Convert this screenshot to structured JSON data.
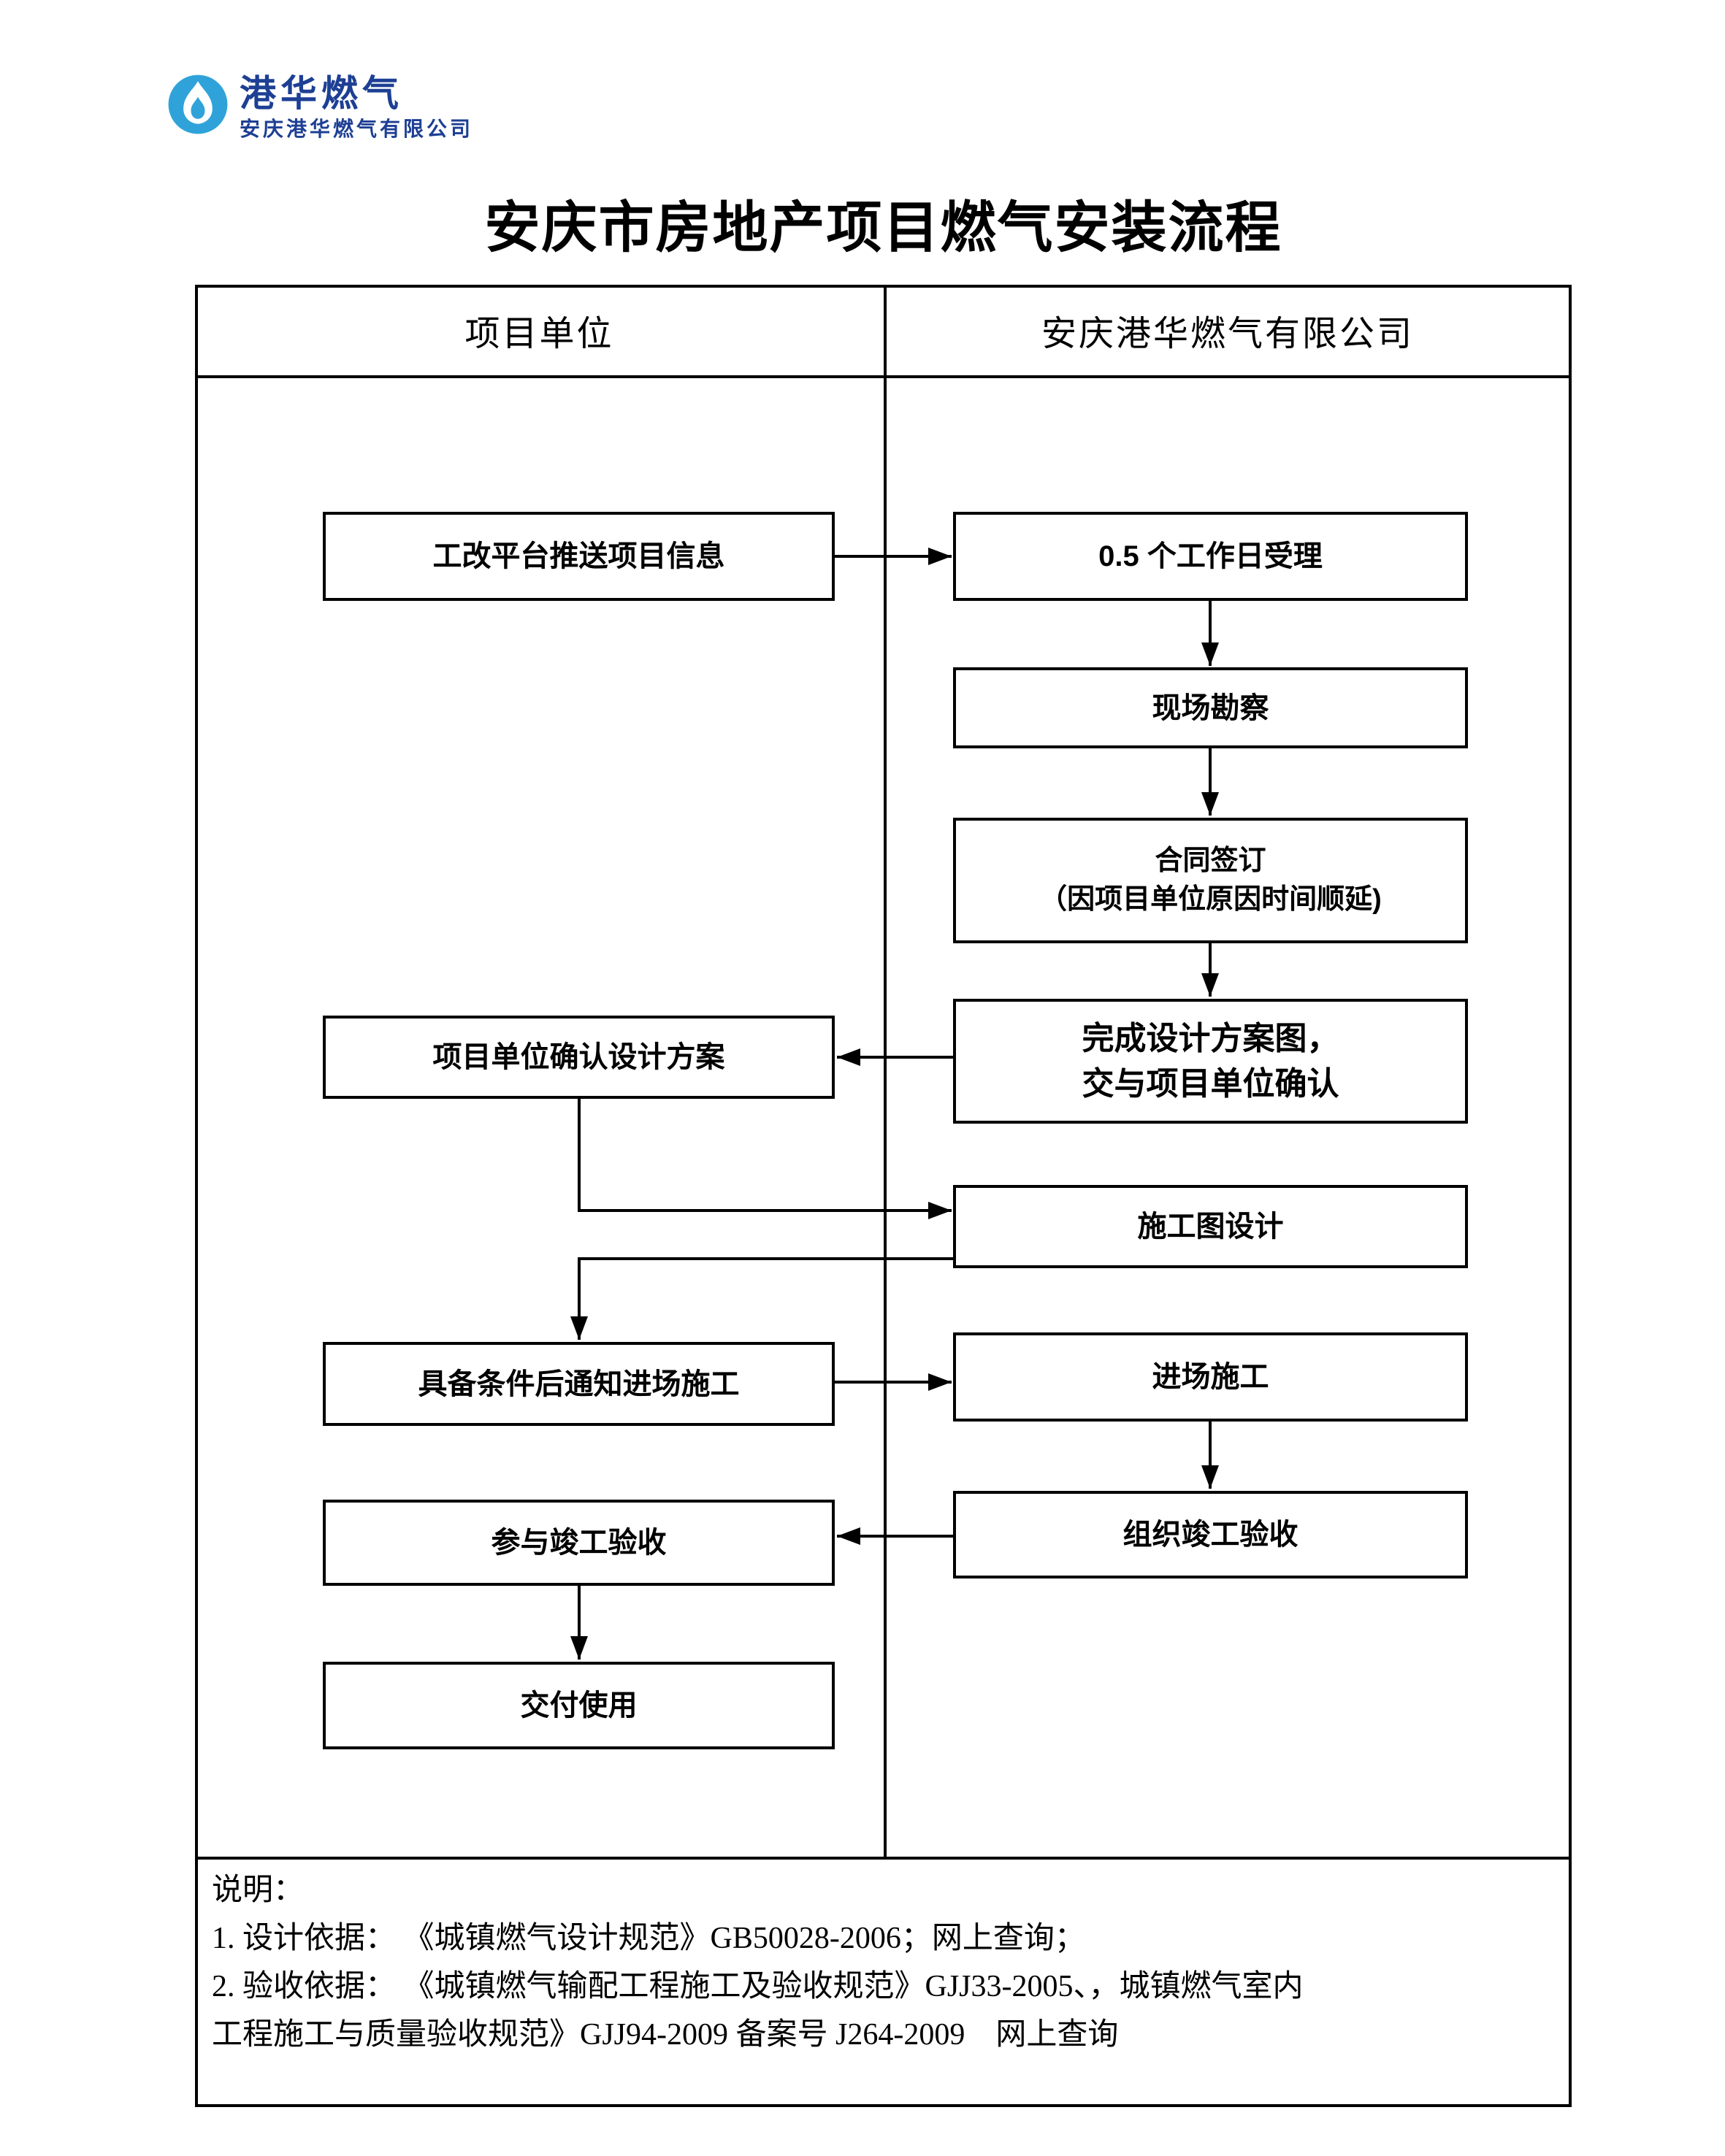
{
  "logo": {
    "brand": "港华燃气",
    "company": "安庆港华燃气有限公司"
  },
  "title": "安庆市房地产项目燃气安装流程",
  "table": {
    "left_header": "项目单位",
    "right_header": "安庆港华燃气有限公司"
  },
  "flow": {
    "left": {
      "push_info": "工改平台推送项目信息",
      "confirm_design": "项目单位确认设计方案",
      "notify_construction": "具备条件后通知进场施工",
      "join_acceptance": "参与竣工验收",
      "delivery": "交付使用"
    },
    "right": {
      "accept": "0.5 个工作日受理",
      "site_survey": "现场勘察",
      "contract_line1": "合同签订",
      "contract_line2": "（因项目单位原因时间顺延)",
      "design_line1": "完成设计方案图，",
      "design_line2": "交与项目单位确认",
      "construction_drawing": "施工图设计",
      "enter_construction": "进场施工",
      "organize_acceptance": "组织竣工验收"
    }
  },
  "notes": {
    "heading": "说明：",
    "line1": "1. 设计依据： 《城镇燃气设计规范》GB50028-2006；网上查询；",
    "line2": "2. 验收依据： 《城镇燃气输配工程施工及验收规范》GJJ33-2005、，城镇燃气室内",
    "line3": "工程施工与质量验收规范》GJJ94-2009 备案号 J264-2009　网上查询"
  },
  "colors": {
    "brand_blue": "#1d3f94",
    "logo_circle_blue": "#2fa3d9",
    "line_black": "#000000"
  }
}
